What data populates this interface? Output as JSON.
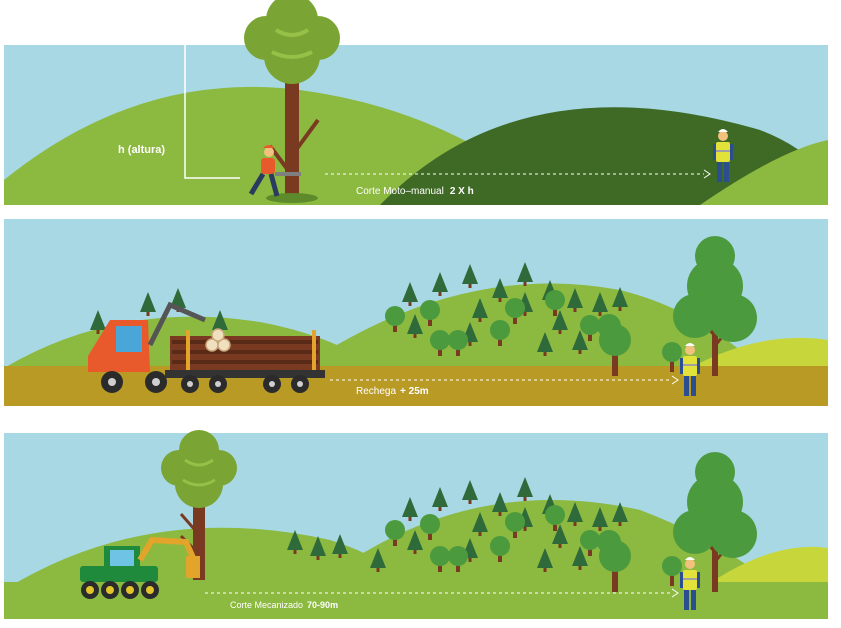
{
  "panels": [
    {
      "label_prefix": "Corte Moto–manual",
      "label_value": "2 X h",
      "height_label": "h (altura)"
    },
    {
      "label_prefix": "Rechega",
      "label_value": "+ 25m"
    },
    {
      "label_prefix": "Corte Mecanizado",
      "label_value": "70-90m"
    }
  ],
  "colors": {
    "sky": "#a8d8e4",
    "hill_light": "#8cb940",
    "hill_mid": "#6f9e32",
    "hill_dark": "#3f6a25",
    "hill_yellow": "#c7d63a",
    "ground_olive": "#b89a25",
    "tree_canopy": "#7aa534",
    "tree_trunk": "#7a3a22",
    "conifer": "#2f6b3a",
    "round_tree": "#4c9a3e",
    "forwarder": "#e85a2c",
    "harvester": "#1f8a3b",
    "vest": "#e2e23a",
    "worker_body": "#2a4e8f"
  },
  "icons": [
    "tree-icon",
    "conifer-icon",
    "chainsaw-worker-icon",
    "safety-worker-icon",
    "forwarder-icon",
    "harvester-icon"
  ]
}
